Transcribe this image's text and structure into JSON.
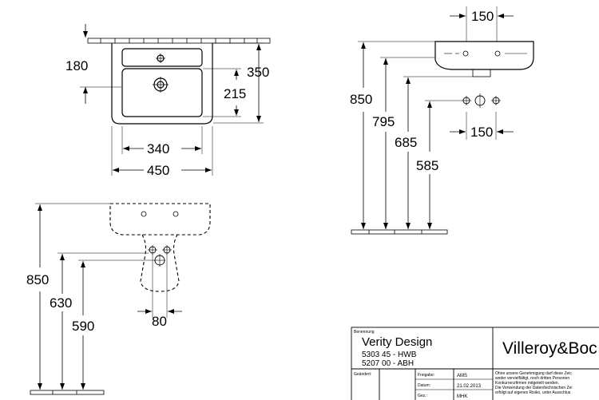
{
  "dimensions": {
    "top_view": {
      "depth_inner": "180",
      "height_total": "350",
      "height_inner": "215",
      "width_inner": "340",
      "width_total": "450"
    },
    "side_view": {
      "depth": "150",
      "height_rim": "850",
      "height_overflow": "795",
      "height_tap": "685",
      "height_waste": "585",
      "waste_offset": "150"
    },
    "front_view": {
      "height_rim": "850",
      "height_siphon": "630",
      "height_waste": "590",
      "waste_spacing": "80"
    }
  },
  "title_block": {
    "label_designation": "Benennung",
    "product_name": "Verity Design",
    "code_1": "5303 45 - HWB",
    "code_2": "5207 00 - ABH",
    "brand": "Villeroy&Boc",
    "label_changed": "Geändert:",
    "label_release": "Freigabe:",
    "value_release": "AMS",
    "label_date": "Datum:",
    "value_date": "21.02.2013",
    "label_drawn": "Gez.:",
    "value_drawn": "MHK",
    "notice_lines": [
      "Ohne unsere Genehmigung darf diese Zeic",
      "weder vervielfältigt, noch dritten Personen",
      "Konkurrenzfirmen mitgeteilt werden.",
      "Die Verwendung der Daten/technischen Zei",
      "erfolgt auf eigenes Risiko, unter Ausschlus"
    ]
  }
}
